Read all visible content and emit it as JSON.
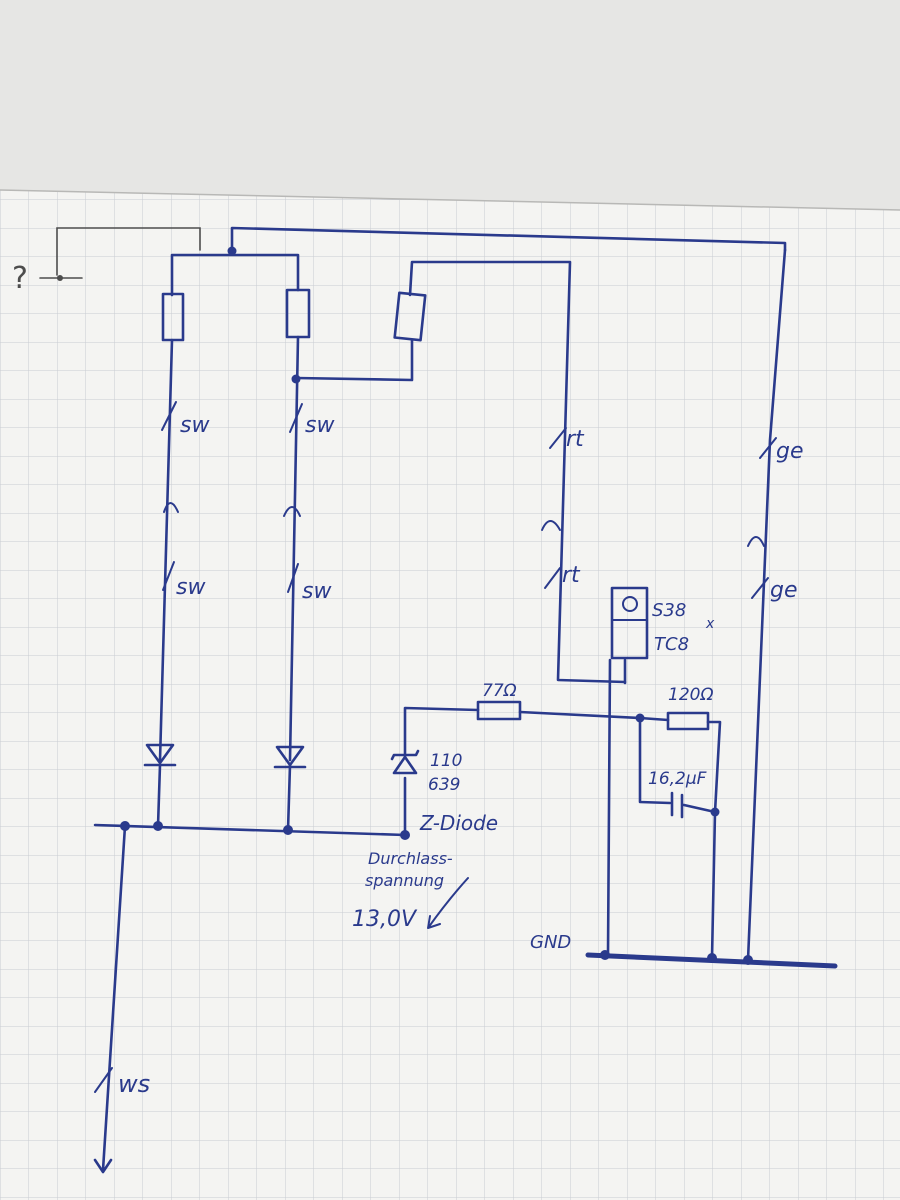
{
  "note": {
    "question_mark": "?"
  },
  "wires": {
    "sw_1a": "sw",
    "sw_1b": "sw",
    "sw_2a": "sw",
    "sw_2b": "sw",
    "rt_a": "rt",
    "rt_b": "rt",
    "ge_a": "ge",
    "ge_b": "ge",
    "ws": "ws"
  },
  "components": {
    "transistor_line1": "S38",
    "transistor_line2": "TC8",
    "transistor_mark": "x",
    "r_77": "77Ω",
    "r_120": "120Ω",
    "capacitor": "16,2µF",
    "zener_line1": "110",
    "zener_line2": "639",
    "zener_label": "Z-Diode"
  },
  "annotations": {
    "pass_voltage_line1": "Durchlass-",
    "pass_voltage_line2": "spannung",
    "pass_voltage_value": "13,0V",
    "gnd": "GND"
  },
  "colors": {
    "ink": "#2a3a8c",
    "paper": "#f4f4f2",
    "grid": "#c9ccd2",
    "pencil": "#4d4d4d"
  }
}
